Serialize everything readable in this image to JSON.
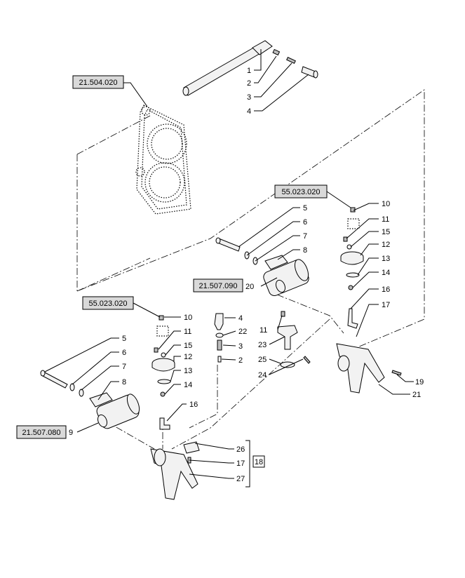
{
  "references": {
    "r1": "21.504.020",
    "r2": "55.023.020",
    "r3": "21.507.090",
    "r4": "55.023.020",
    "r5": "21.507.080"
  },
  "callouts": {
    "c1": "1",
    "c2": "2",
    "c3": "3",
    "c4": "4",
    "c5": "5",
    "c6": "6",
    "c7": "7",
    "c8": "8",
    "c20": "20",
    "c10": "10",
    "c11": "11",
    "c15": "15",
    "c12": "12",
    "c13": "13",
    "c14": "14",
    "c16": "16",
    "c17": "17",
    "c19": "19",
    "c21": "21",
    "m4": "4",
    "m22": "22",
    "m3": "3",
    "m2": "2",
    "m11": "11",
    "m23": "23",
    "m25": "25",
    "m24": "24",
    "l10": "10",
    "l11": "11",
    "l15": "15",
    "l12": "12",
    "l13": "13",
    "l14": "14",
    "l16": "16",
    "l5": "5",
    "l6": "6",
    "l7": "7",
    "l8": "8",
    "l9": "9",
    "b26": "26",
    "b17": "17",
    "b27": "27",
    "b18": "18"
  },
  "icons": [
    "exploded-parts-drawing"
  ]
}
